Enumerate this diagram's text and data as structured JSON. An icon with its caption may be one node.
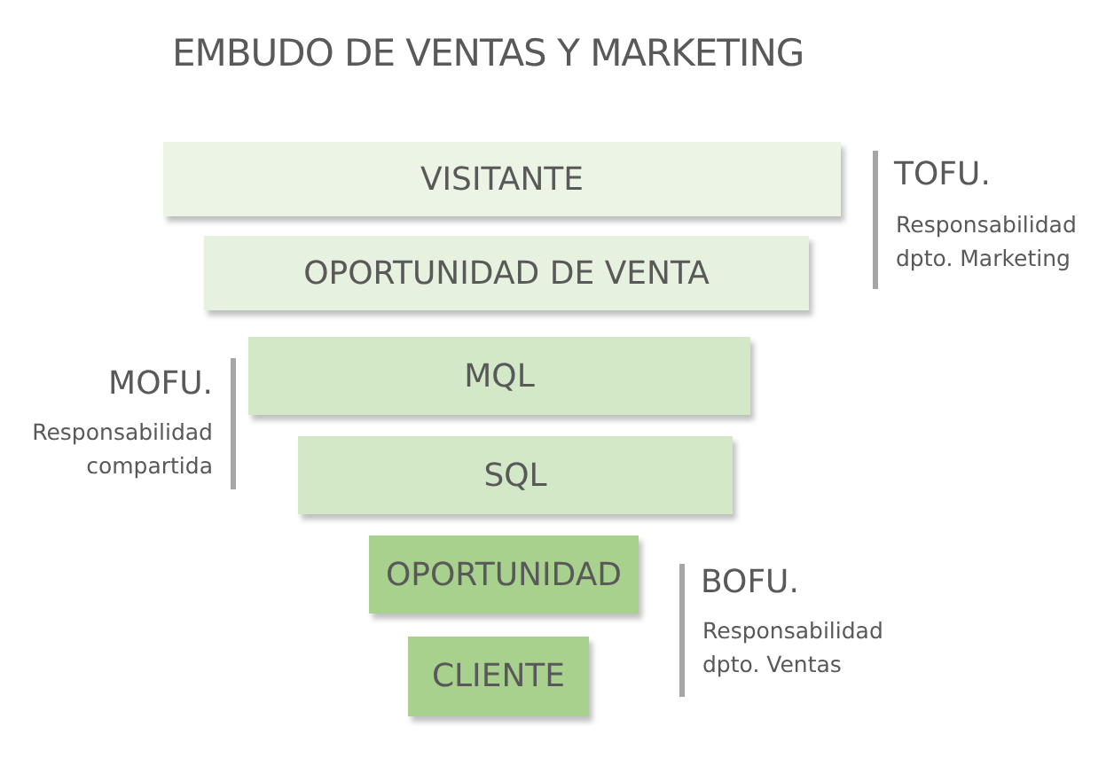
{
  "diagram": {
    "title": "EMBUDO DE VENTAS Y MARKETING",
    "nodes": [
      {
        "text": [
          "VISITANTE"
        ]
      },
      {
        "text": [
          "OPORTUNIDAD DE VENTA"
        ]
      },
      {
        "text": [
          "MQL"
        ]
      },
      {
        "text": [
          "SQL"
        ]
      },
      {
        "text": [
          "OPORTUNIDAD"
        ]
      },
      {
        "text": [
          "CLIENTE"
        ]
      }
    ],
    "labels": [
      "TOFU.",
      "Responsabilidad dpto. Marketing",
      "MOFU.",
      "Responsabilidad compartida",
      "BOFU.",
      "Responsabilidad dpto. Ventas"
    ]
  }
}
